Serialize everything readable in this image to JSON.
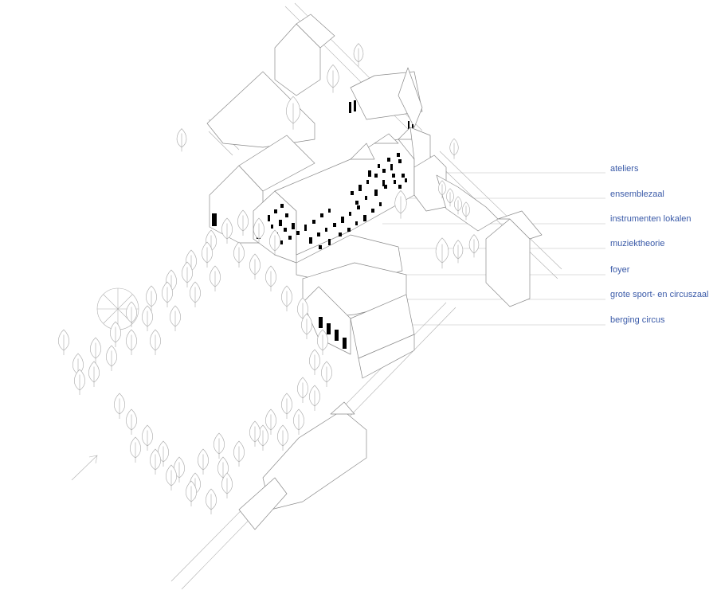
{
  "labels": {
    "ateliers": "ateliers",
    "ensemblezaal": "ensemblezaal",
    "instrumenten_lokalen": "instrumenten lokalen",
    "muziektheorie": "muziektheorie",
    "foyer": "foyer",
    "grote_zaal": "grote sport- en circuszaal",
    "berging_circus": "berging circus"
  },
  "colors": {
    "label_text": "#3a5aa8",
    "line": "#8a8a8a",
    "leader": "#b9b9b9"
  }
}
